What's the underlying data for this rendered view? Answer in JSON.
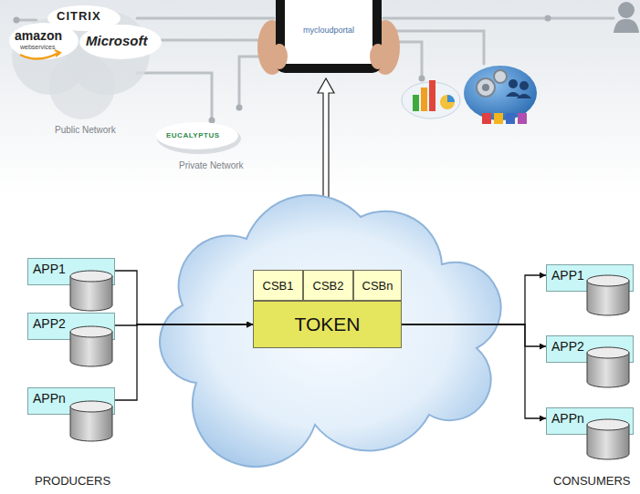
{
  "diagram": {
    "nodes": [
      {
        "text": [
          "APP1"
        ]
      },
      {
        "text": [
          "APP2"
        ]
      },
      {
        "text": [
          "APPn"
        ]
      },
      {
        "text": [
          "CSB1"
        ]
      },
      {
        "text": [
          "CSB2"
        ]
      },
      {
        "text": [
          "CSBn"
        ]
      },
      {
        "text": [
          "TOKEN"
        ]
      },
      {
        "text": [
          "APP1"
        ]
      },
      {
        "text": [
          "APP2"
        ]
      },
      {
        "text": [
          "APPn"
        ]
      }
    ],
    "edges": [
      {
        "from": 0,
        "to": 6,
        "arrow": "to"
      },
      {
        "from": 1,
        "to": 6,
        "arrow": "to"
      },
      {
        "from": 2,
        "to": 6,
        "arrow": "to"
      },
      {
        "from": 6,
        "to": 7,
        "arrow": "to"
      },
      {
        "from": 6,
        "to": 8,
        "arrow": "to"
      },
      {
        "from": 6,
        "to": 9,
        "arrow": "to"
      }
    ],
    "labels": [
      "CITRIX",
      "amazon",
      "webservices",
      "Microsoft",
      "Public Network",
      "EUCALYPTUS",
      "Private Network",
      "mycloudportal",
      "PRODUCERS",
      "CONSUMERS"
    ]
  }
}
